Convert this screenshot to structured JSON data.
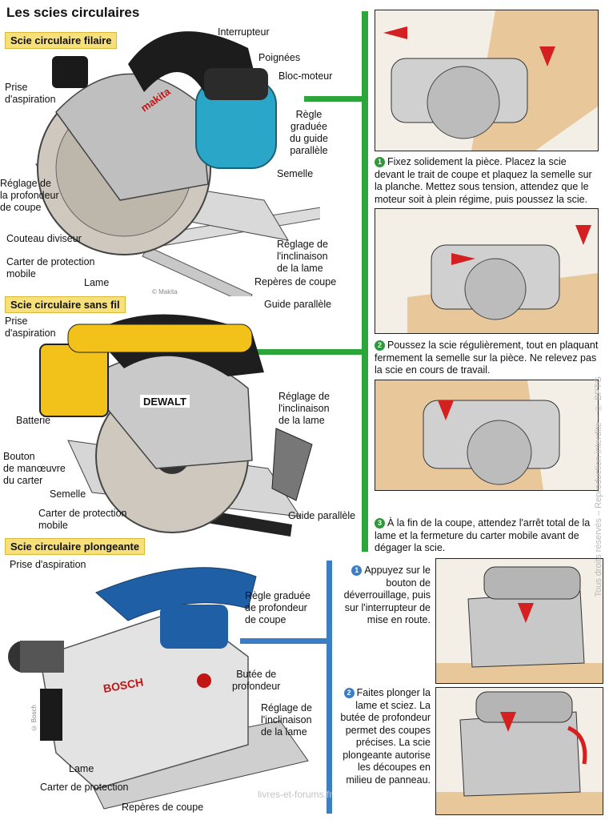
{
  "title": "Les scies circulaires",
  "sections": {
    "filaire": "Scie circulaire filaire",
    "sans_fil": "Scie circulaire sans fil",
    "plongeante": "Scie circulaire plongeante"
  },
  "labels_filaire": {
    "interrupteur": "Interrupteur",
    "poignees": "Poignées",
    "bloc_moteur": "Bloc-moteur",
    "prise": "Prise\nd'aspiration",
    "regle": "Règle\ngraduée\ndu guide\nparallèle",
    "semelle": "Semelle",
    "reglage_prof": "Réglage de\nla profondeur\nde coupe",
    "couteau": "Couteau diviseur",
    "reglage_incl": "Réglage de\nl'inclinaison\nde la lame",
    "carter": "Carter de protection\nmobile",
    "reperes": "Repères de coupe",
    "lame": "Lame",
    "guide": "Guide parallèle",
    "brand": "makita",
    "credit": "© Makita"
  },
  "labels_sans_fil": {
    "prise": "Prise\nd'aspiration",
    "reglage_incl": "Réglage de\nl'inclinaison\nde la lame",
    "batterie": "Batterie",
    "bouton": "Bouton\nde manœuvre\ndu carter",
    "semelle": "Semelle",
    "carter": "Carter de protection\nmobile",
    "guide": "Guide parallèle",
    "brand": "DEWALT"
  },
  "labels_plongeante": {
    "prise": "Prise d'aspiration",
    "regle": "Règle graduée\nde profondeur\nde coupe",
    "butee": "Butée de\nprofondeur",
    "reglage_incl": "Réglage de\nl'inclinaison\nde la lame",
    "lame": "Lame",
    "carter": "Carter de protection",
    "reperes": "Repères de coupe",
    "brand": "BOSCH",
    "credit": "© Bosch"
  },
  "steps_green": [
    {
      "num": "1",
      "text": "Fixez solidement la pièce. Placez la scie devant le trait de coupe et plaquez la semelle sur la planche. Mettez sous tension, attendez que le moteur soit à plein régime, puis poussez la scie."
    },
    {
      "num": "2",
      "text": "Poussez la scie régulièrement, tout en plaquant fermement la semelle sur la pièce. Ne relevez pas la scie en cours de travail."
    },
    {
      "num": "3",
      "text": "À la fin de la coupe, attendez l'arrêt total de la lame et la fermeture du carter mobile avant de dégager la scie."
    }
  ],
  "steps_blue": [
    {
      "num": "1",
      "text": "Appuyez sur le bouton de déverrouillage, puis sur l'interrupteur de mise en route."
    },
    {
      "num": "2",
      "text": "Faites plonger la lame et sciez. La butée de profondeur permet des coupes précises. La scie plongeante autorise les découpes en milieu de panneau."
    }
  ],
  "side_credit": "Tous droits réservés – Reproduction interdite – © BPTG",
  "watermark": "livres-et-forums.fr",
  "colors": {
    "green": "#2ca53a",
    "blue": "#3b7ec6",
    "section_bg": "#f7e07a",
    "red_arrow": "#d42020"
  }
}
